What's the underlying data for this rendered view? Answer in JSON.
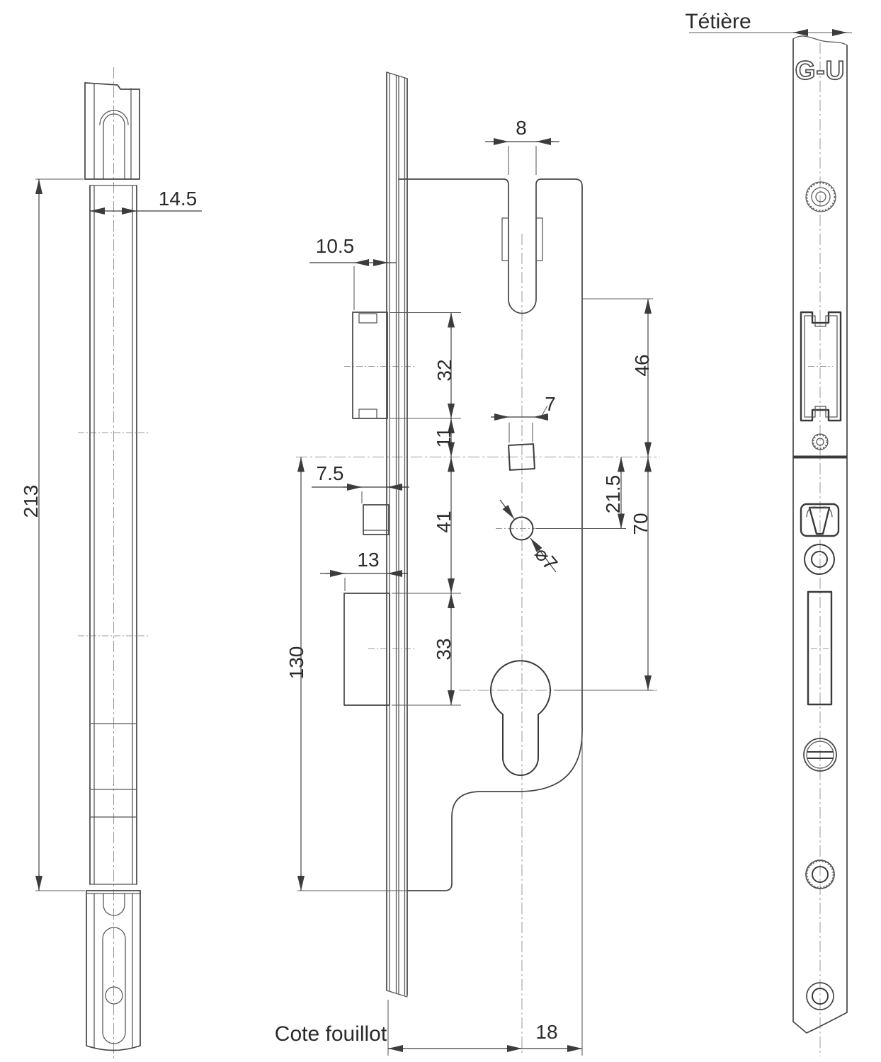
{
  "colors": {
    "background": "#ffffff",
    "line": "#454545",
    "dimension": "#3c3c3c",
    "centerline": "#9a9a9a"
  },
  "labels": {
    "faceplate": "Tétière",
    "backset": "Cote fouillot",
    "logo": "G-U"
  },
  "dims": {
    "left_width": "14.5",
    "left_length": "213",
    "plate_offset": "10.5",
    "top_slot_width": "8",
    "bracket_height": "32",
    "bracket_to_center": "11",
    "center_to_tab": "41",
    "tab_depth": "7.5",
    "box_offset": "13",
    "box_height": "33",
    "center_to_case_bottom": "130",
    "slot_to_center": "46",
    "follower_width": "7",
    "center_to_hole": "21.5",
    "hole_diameter": "⌀7",
    "center_to_cylinder": "70",
    "center_to_edge": "18"
  }
}
